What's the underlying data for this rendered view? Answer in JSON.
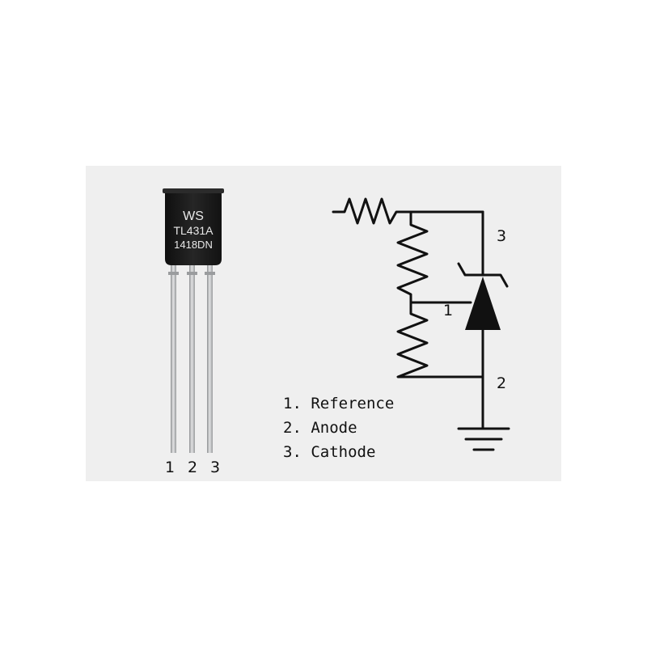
{
  "component": {
    "marking_lines": [
      "WS",
      "TL431A",
      "1418DN"
    ],
    "pin_numbers": [
      "1",
      "2",
      "3"
    ]
  },
  "schematic": {
    "pin_labels": {
      "reference": "1",
      "anode": "2",
      "cathode": "3"
    }
  },
  "legend": {
    "items": [
      "1. Reference",
      "2. Anode",
      "3. Cathode"
    ]
  },
  "colors": {
    "background": "#efefef",
    "ink": "#111111",
    "body": "#1a1a1a",
    "leads": "#c4c6c8"
  }
}
